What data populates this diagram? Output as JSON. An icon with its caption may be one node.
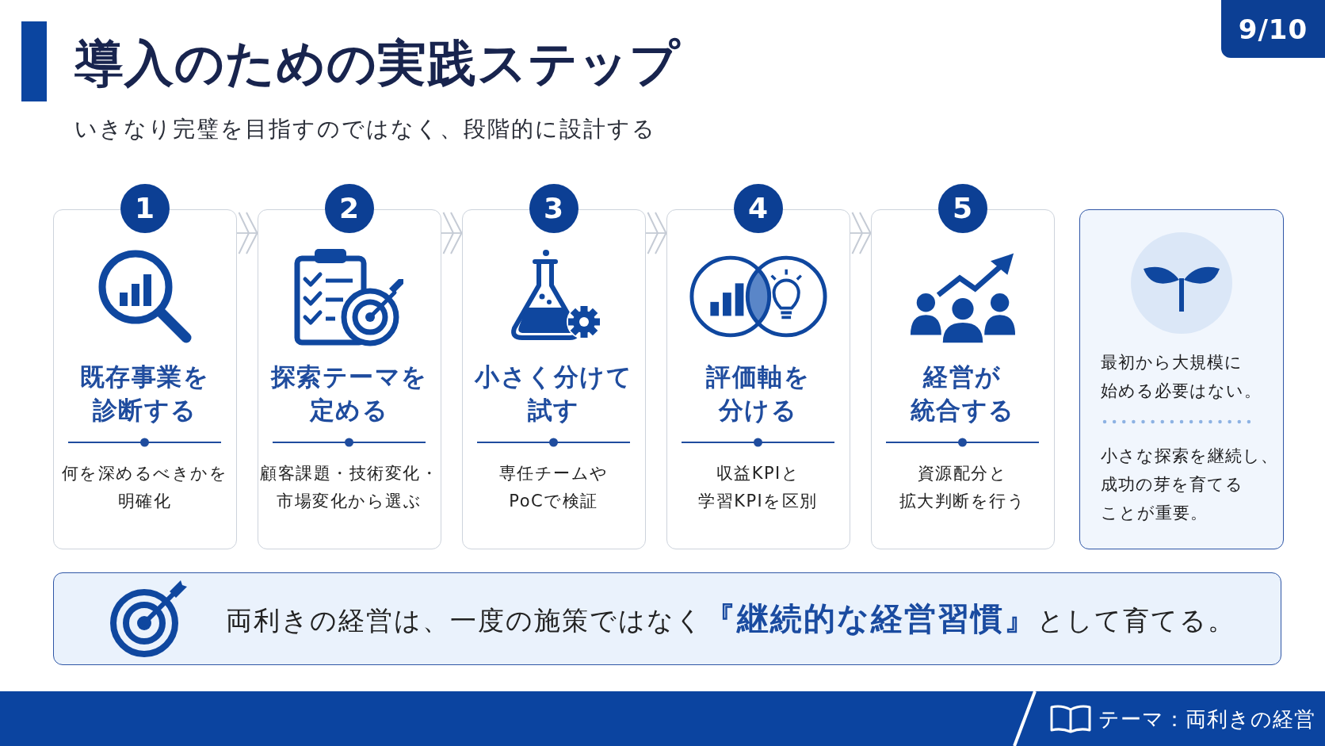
{
  "diagram": {
    "title": "導入のための実践ステップ",
    "nodes": [
      {
        "text": [
          "9/10"
        ]
      },
      {
        "text": [
          "1",
          "既存事業を診断する",
          "何を深めるべきかを明確化"
        ]
      },
      {
        "text": [
          "2",
          "探索テーマを定める",
          "顧客課題・技術変化・市場変化から選ぶ"
        ]
      },
      {
        "text": [
          "3",
          "小さく分けて試す",
          "専任チームやPoCで検証"
        ]
      },
      {
        "text": [
          "4",
          "評価軸を分ける",
          "収益KPIと学習KPIを区別"
        ]
      },
      {
        "text": [
          "5",
          "経営が統合する",
          "資源配分と拡大判断を行う"
        ]
      },
      {
        "text": [
          "最初から大規模に始める必要はない。",
          "小さな探索を継続し、成功の芽を育てることが重要。"
        ]
      },
      {
        "text": [
          "両利きの経営は、一度の施策ではなく**『継続的な経営習慣』**として育てる。"
        ]
      },
      {
        "text": [
          "テーマ：両利きの経営"
        ]
      }
    ],
    "edges": [
      {
        "from": 1,
        "to": 2,
        "arrow": "to"
      },
      {
        "from": 2,
        "to": 3,
        "arrow": "to"
      },
      {
        "from": 3,
        "to": 4,
        "arrow": "to"
      },
      {
        "from": 4,
        "to": 5,
        "arrow": "to"
      }
    ],
    "labels": [
      "いきなり完璧を目指すのではなく、段階的に設計する"
    ]
  }
}
